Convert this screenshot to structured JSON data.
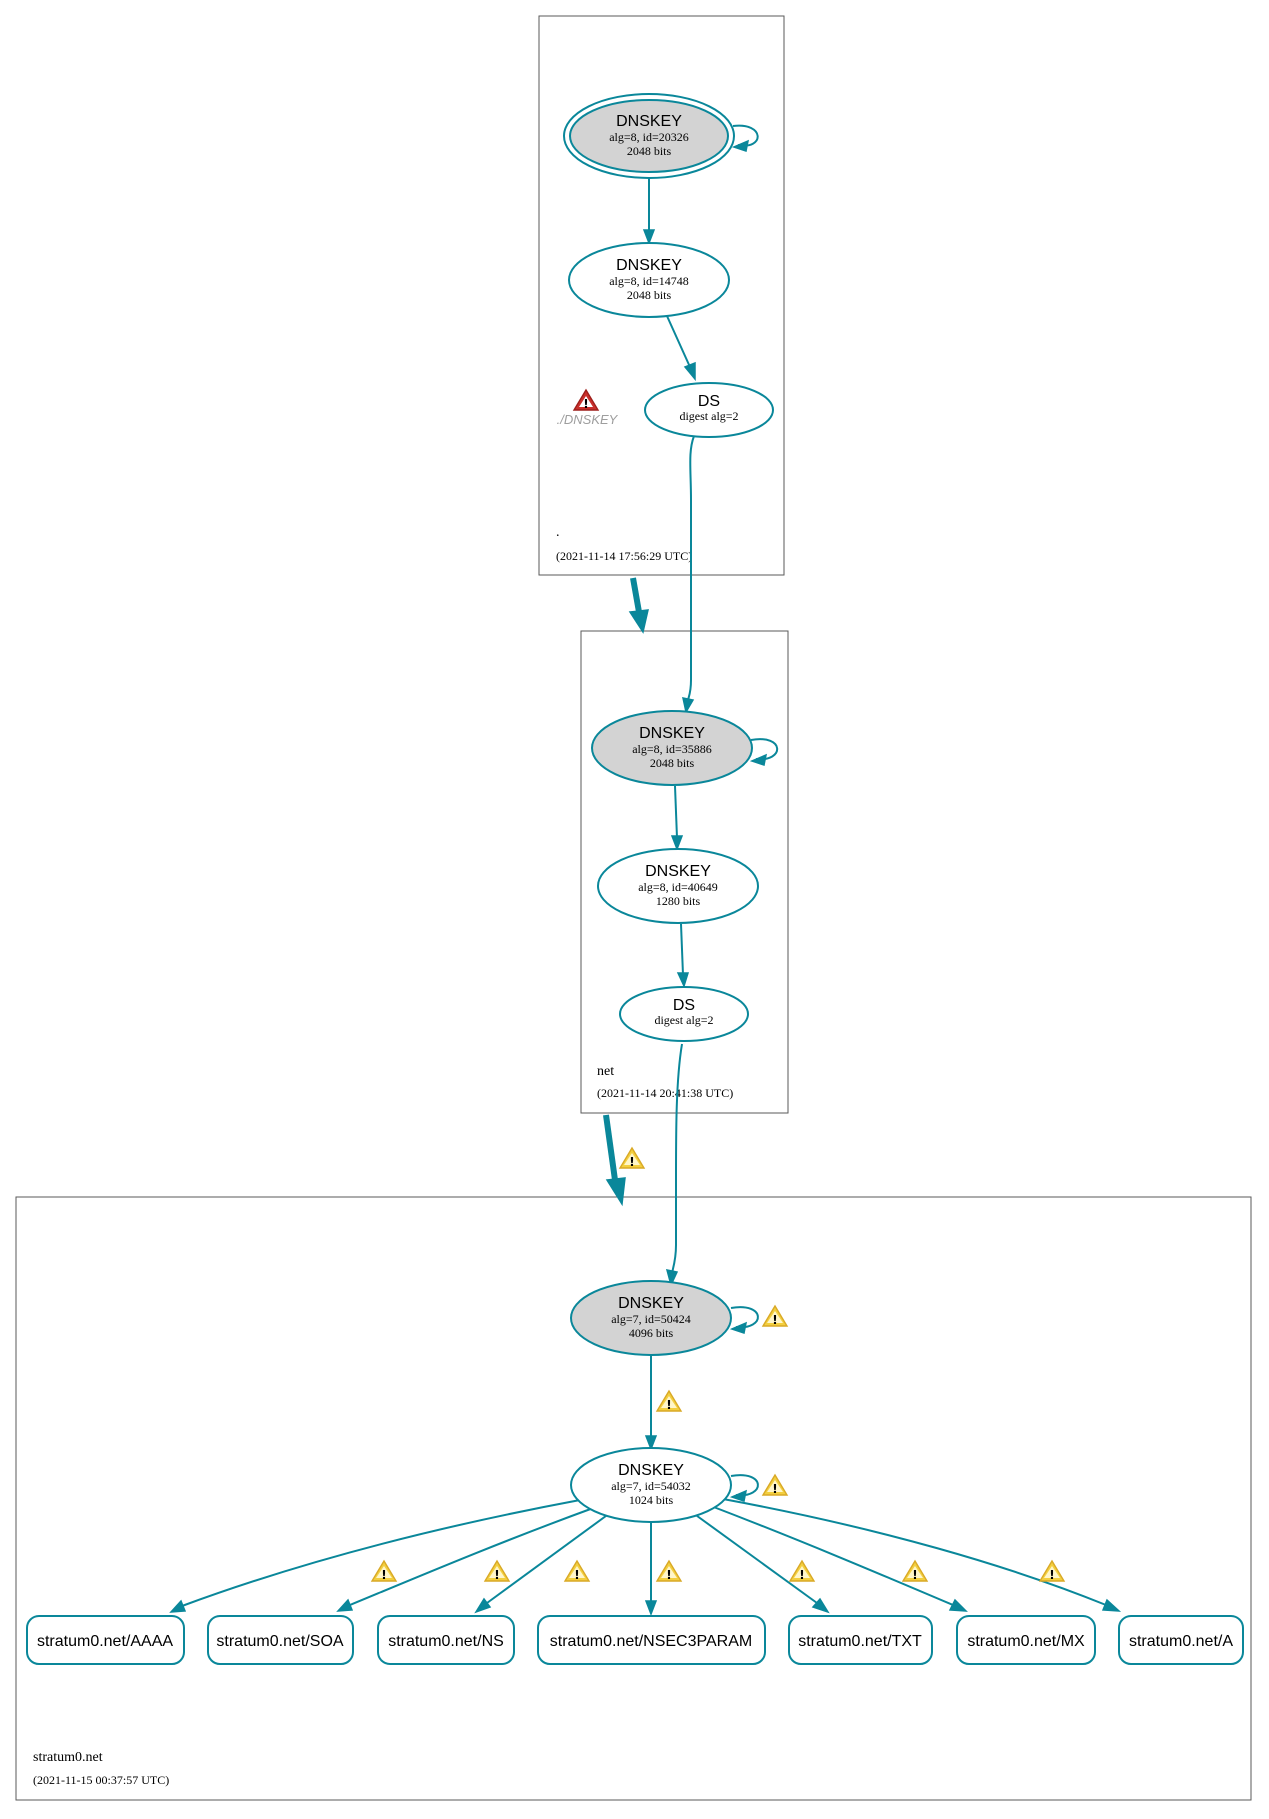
{
  "colors": {
    "edge": "#0a879a",
    "ksk_fill": "#d3d3d3",
    "node_fill": "#ffffff",
    "cluster_border": "#5a5a5a",
    "warning": "#f3cf3f",
    "error": "#c9302c",
    "missing_text": "#9e9e9e"
  },
  "zones": {
    "root": {
      "name": ".",
      "timestamp": "(2021-11-14 17:56:29 UTC)"
    },
    "net": {
      "name": "net",
      "timestamp": "(2021-11-14 20:41:38 UTC)"
    },
    "stratum": {
      "name": "stratum0.net",
      "timestamp": "(2021-11-15 00:37:57 UTC)"
    }
  },
  "nodes": {
    "root_ksk": {
      "title": "DNSKEY",
      "line1": "alg=8, id=20326",
      "line2": "2048 bits"
    },
    "root_zsk": {
      "title": "DNSKEY",
      "line1": "alg=8, id=14748",
      "line2": "2048 bits"
    },
    "root_ds": {
      "title": "DS",
      "line1": "digest alg=2"
    },
    "root_missing": {
      "label": "./DNSKEY"
    },
    "net_ksk": {
      "title": "DNSKEY",
      "line1": "alg=8, id=35886",
      "line2": "2048 bits"
    },
    "net_zsk": {
      "title": "DNSKEY",
      "line1": "alg=8, id=40649",
      "line2": "1280 bits"
    },
    "net_ds": {
      "title": "DS",
      "line1": "digest alg=2"
    },
    "st_ksk": {
      "title": "DNSKEY",
      "line1": "alg=7, id=50424",
      "line2": "4096 bits"
    },
    "st_zsk": {
      "title": "DNSKEY",
      "line1": "alg=7, id=54032",
      "line2": "1024 bits"
    }
  },
  "rrsets": [
    "stratum0.net/AAAA",
    "stratum0.net/SOA",
    "stratum0.net/NS",
    "stratum0.net/NSEC3PARAM",
    "stratum0.net/TXT",
    "stratum0.net/MX",
    "stratum0.net/A"
  ],
  "icons": {
    "warning": "warning-icon",
    "error": "error-icon",
    "warning_mark": "!"
  }
}
